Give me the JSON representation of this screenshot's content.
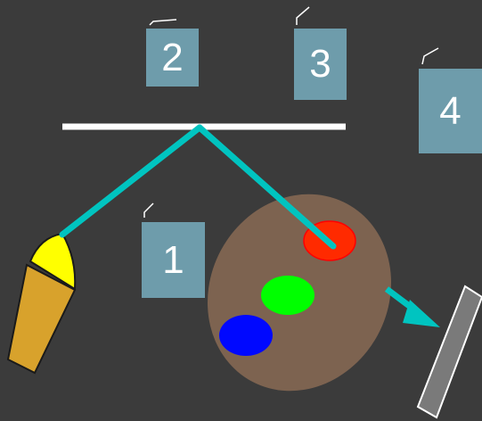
{
  "labels": {
    "box_1": "1",
    "box_2": "2",
    "box_3": "3",
    "box_4": "4"
  },
  "colors": {
    "background": "#3b3b3b",
    "label_box": "#6e9cab",
    "label_text": "#ffffff",
    "mirror": "#ffffff",
    "light_ray": "#00c4c0",
    "flashlight_body": "#d8a22c",
    "flashlight_lens": "#ffff00",
    "palette": "#7d6350",
    "paint_red": "#ff2a00",
    "paint_green": "#00ff00",
    "paint_blue": "#0008ff",
    "screen_panel": "#7a7a7a"
  },
  "icons": {
    "flashlight": "flashlight-icon",
    "palette": "paint-palette-icon",
    "screen": "screen-panel-icon",
    "mirror": "mirror-icon"
  }
}
